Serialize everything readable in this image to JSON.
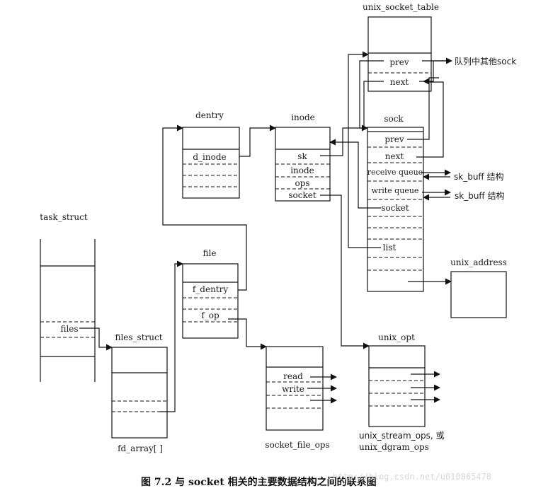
{
  "structs": {
    "unix_socket_table": {
      "title": "unix_socket_table",
      "prev": "prev",
      "next": "next"
    },
    "dentry": {
      "title": "dentry",
      "d_inode": "d_inode"
    },
    "inode": {
      "title": "inode",
      "sk": "sk",
      "inode": "inode",
      "ops": "ops",
      "socket": "socket"
    },
    "sock": {
      "title": "sock",
      "prev": "prev",
      "next": "next",
      "receive_queue": "receive queue",
      "write_queue": "write queue",
      "socket": "socket",
      "list": "list"
    },
    "task_struct": {
      "title": "task_struct",
      "files": "files"
    },
    "files_struct": {
      "title": "files_struct",
      "fd_array": "fd_array[ ]"
    },
    "file": {
      "title": "file",
      "f_dentry": "f_dentry",
      "f_op": "f_op"
    },
    "socket_file_ops": {
      "title": "socket_file_ops",
      "read": "read",
      "write": "write"
    },
    "unix_opt": {
      "title": "unix_opt",
      "ops_label_1": "unix_stream_ops, 或",
      "ops_label_2": "unix_dgram_ops"
    },
    "unix_address": {
      "title": "unix_address"
    }
  },
  "annotations": {
    "queue_other_sock": "队列中其他sock",
    "sk_buff_1": "sk_buff  结构",
    "sk_buff_2": "sk_buff  结构"
  },
  "caption": "图 7.2    与 socket 相关的主要数据结构之间的联系图",
  "watermark": "http://blog.csdn.net/u010865478"
}
